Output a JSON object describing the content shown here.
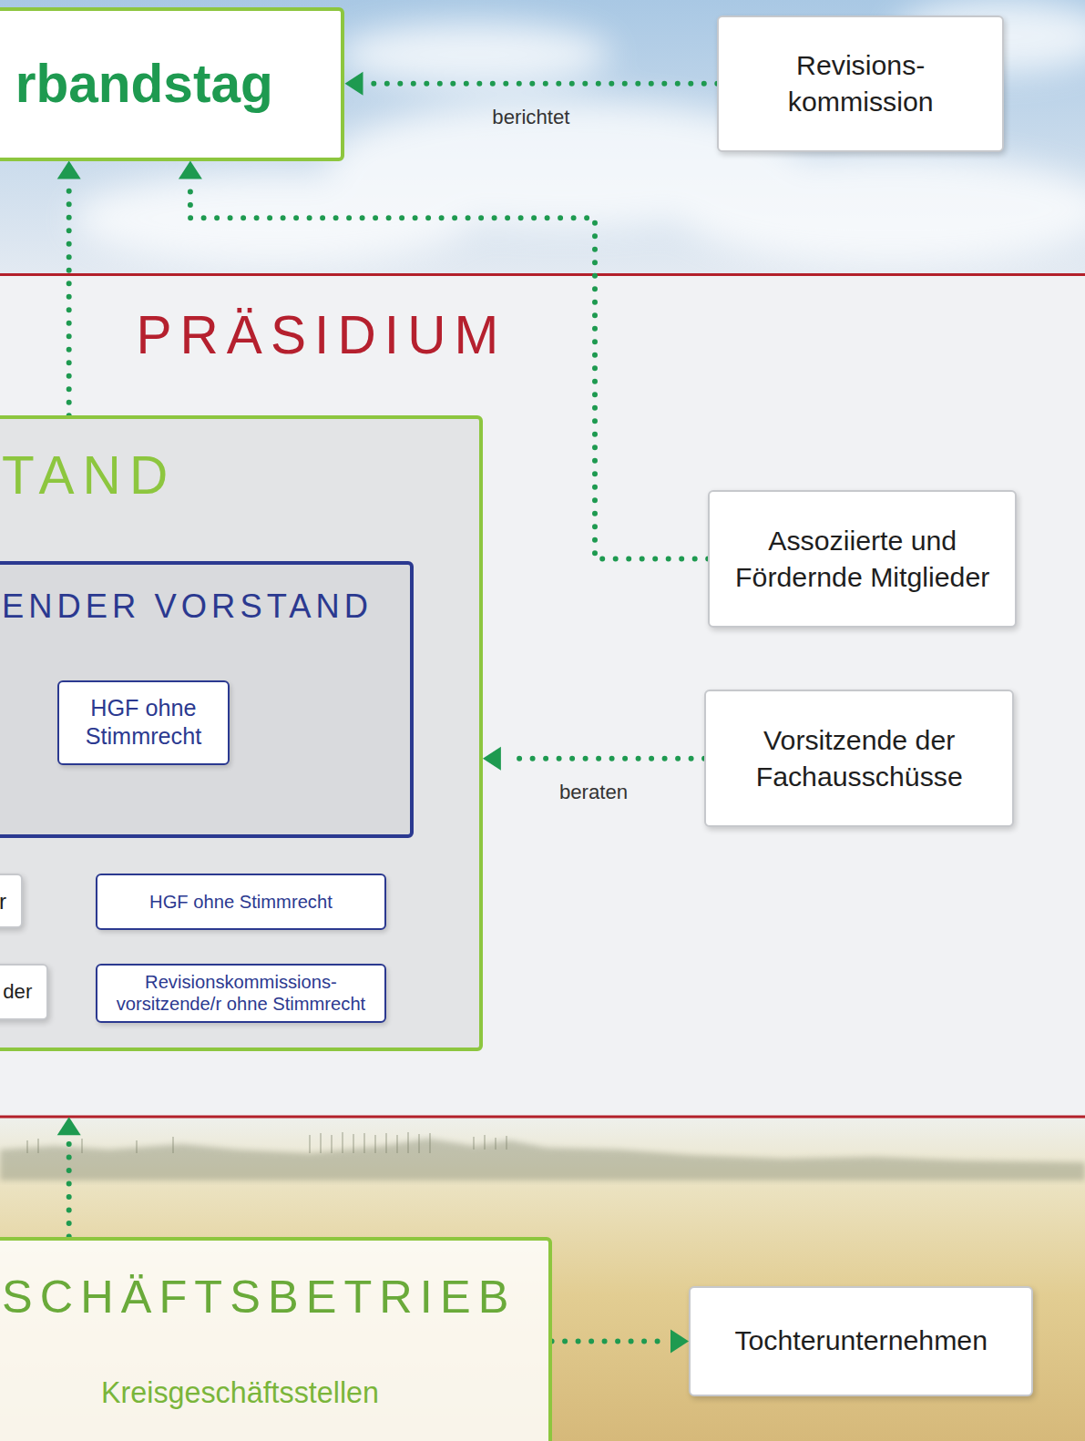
{
  "diagram": {
    "nodes": [
      {
        "text": [
          "rbandstag"
        ]
      },
      {
        "text": [
          "Revisions- kommission"
        ]
      },
      {
        "text": [
          "PRÄSIDIUM"
        ]
      },
      {
        "text": [
          "TAND"
        ],
        "in": 2
      },
      {
        "text": [
          "ENDER VORSTAND"
        ],
        "in": 3
      },
      {
        "text": [
          "HGF ohne Stimmrecht"
        ],
        "in": 4
      },
      {
        "text": [
          "r"
        ],
        "in": 3
      },
      {
        "text": [
          "HGF ohne Stimmrecht"
        ],
        "in": 3
      },
      {
        "text": [
          "der"
        ],
        "in": 3
      },
      {
        "text": [
          "Revisionskommissions- vorsitzende/r ohne Stimmrecht"
        ],
        "in": 3
      },
      {
        "text": [
          "Assoziierte und Fördernde Mitglieder"
        ],
        "in": 2
      },
      {
        "text": [
          "Vorsitzende der Fachausschüsse"
        ],
        "in": 2
      },
      {
        "text": [
          "SCHÄFTSBETRIEB",
          "Kreisgeschäftsstellen"
        ]
      },
      {
        "text": [
          "Tochterunternehmen"
        ]
      }
    ],
    "edges": [
      {
        "from": 1,
        "to": 0,
        "label": "berichtet",
        "arrow": "to"
      },
      {
        "from": 3,
        "to": 0,
        "arrow": "to"
      },
      {
        "from": 10,
        "to": 0,
        "arrow": "to"
      },
      {
        "from": 11,
        "to": 3,
        "label": "beraten",
        "arrow": "to"
      },
      {
        "from": 12,
        "to": 2,
        "arrow": "to"
      },
      {
        "from": 12,
        "to": 13,
        "arrow": "to"
      }
    ]
  }
}
